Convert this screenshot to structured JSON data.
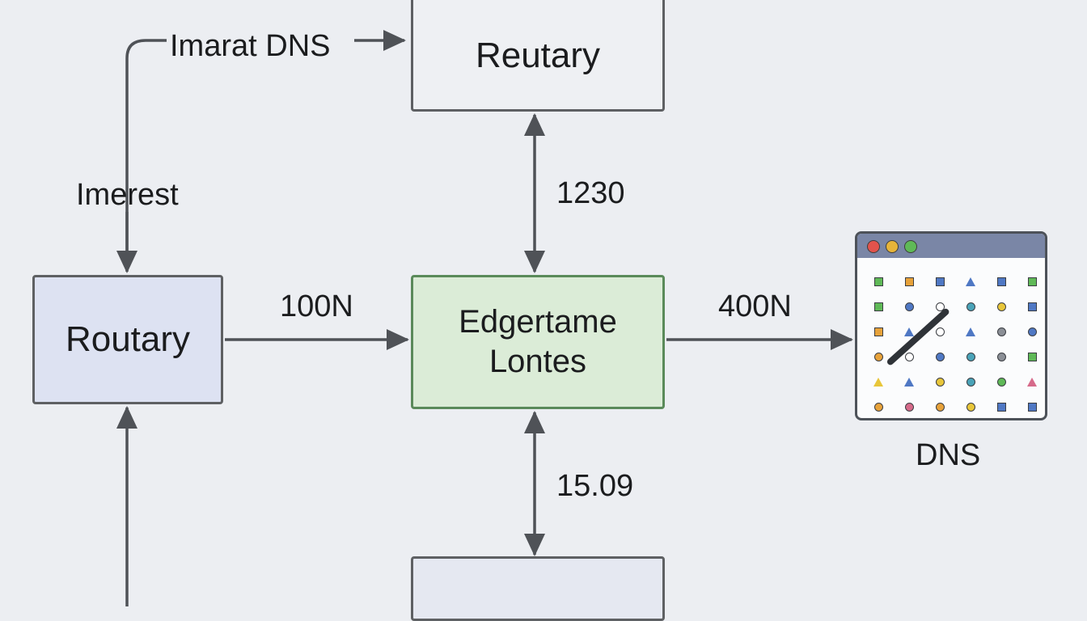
{
  "nodes": {
    "top": {
      "label": "Reutary"
    },
    "left": {
      "label": "Routary"
    },
    "center": {
      "line1": "Edgertame",
      "line2": "Lontes"
    },
    "bottom": {
      "label": ""
    },
    "dns_window": {
      "caption": "DNS"
    }
  },
  "edges": {
    "left_to_top": "Imarat DNS",
    "left_vertical": "Imerest",
    "top_center": "1230",
    "left_center": "100N",
    "center_dns": "400N",
    "center_bottom": "15.09"
  },
  "colors": {
    "line": "#4f5257",
    "center_fill": "#dbecd7",
    "left_fill": "#dde2f2",
    "window_bar": "#7a86a6"
  },
  "dns_grid": [
    [
      "sq-green",
      "sq-orange",
      "sq-blue",
      "tri-blue",
      "sq-blue",
      "sq-green"
    ],
    [
      "sq-green",
      "circ-blue",
      "circ-white",
      "circ-teal",
      "circ-yellow",
      "sq-blue"
    ],
    [
      "sq-orange",
      "tri-blue",
      "circ-white",
      "tri-blue",
      "circ-gray",
      "circ-blue"
    ],
    [
      "circ-orange",
      "circ-white",
      "circ-blue",
      "circ-teal",
      "circ-gray",
      "sq-green"
    ],
    [
      "tri-yellow",
      "tri-blue",
      "circ-yellow",
      "circ-teal",
      "circ-green",
      "tri-pink"
    ],
    [
      "circ-orange",
      "circ-pink",
      "circ-orange",
      "circ-yellow",
      "sq-blue",
      "sq-blue"
    ]
  ]
}
